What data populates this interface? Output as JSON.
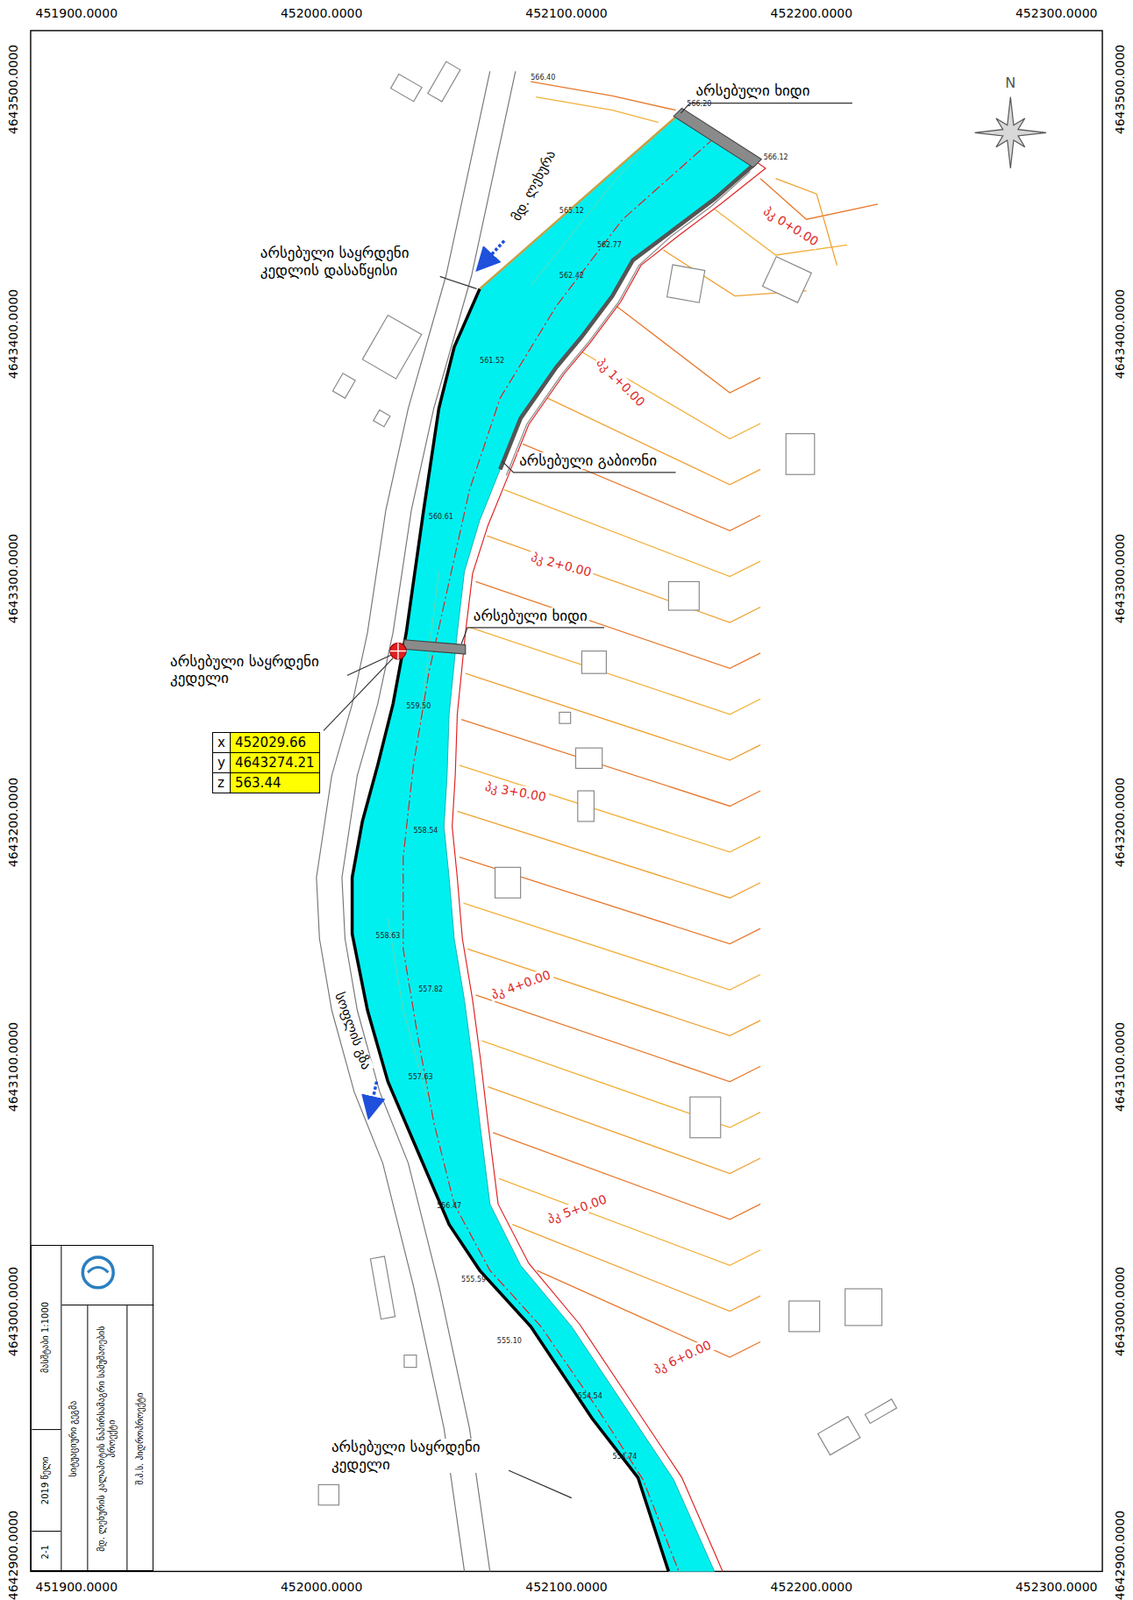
{
  "diagram": {
    "nodes": [
      {
        "text": [
          "x",
          "452029.66",
          "y",
          "4643274.21",
          "z",
          "563.44"
        ]
      },
      {
        "text": [
          "შ.პ.ს. ჰიდროპროექტი",
          "მდ. ლეხურის კალაპოტის ნაპირსამაგრი სამუშაოების პროექტი",
          "სიტუაციური გეგმა",
          "მასშტაბი 1:1000",
          "2019 წელი",
          "2-1"
        ]
      }
    ],
    "labels": [
      "451900.0000",
      "452000.0000",
      "452100.0000",
      "452200.0000",
      "452300.0000",
      "451900.0000",
      "452000.0000",
      "452100.0000",
      "452200.0000",
      "452300.0000",
      "4643500.0000",
      "4643400.0000",
      "4643300.0000",
      "4643200.0000",
      "4643100.0000",
      "4643000.0000",
      "4642900.0000",
      "4643500.0000",
      "4643400.0000",
      "4643300.0000",
      "4643200.0000",
      "4643100.0000",
      "4643000.0000",
      "4642900.0000",
      "N",
      "არსებული ხიდი",
      "არსებული საყრდენი კედლის დასაწყისი",
      "არსებული გაბიონი",
      "არსებული ხიდი",
      "არსებული საყრდენი კედელი",
      "არსებული საყრდენი კედელი",
      "მდ. ლეხურა",
      "სოფლის გზა",
      "პკ 0+0.00",
      "პკ 1+0.00",
      "პკ 2+0.00",
      "პკ 3+0.00",
      "პკ 4+0.00",
      "პკ 5+0.00",
      "პკ 6+0.00",
      "566.40",
      "566.20",
      "566.12",
      "565.12",
      "562.77",
      "562.42",
      "561.52",
      "560.61",
      "559.50",
      "558.54",
      "558.63",
      "557.82",
      "557.63",
      "556.47",
      "555.59",
      "555.10",
      "554.54",
      "554.74"
    ]
  }
}
